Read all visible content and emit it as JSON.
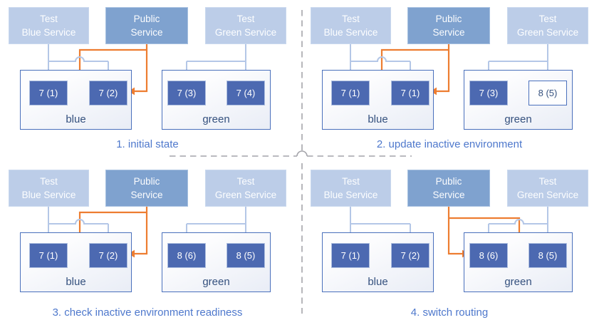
{
  "colors": {
    "accent_orange": "#ed7d31",
    "connector_blue": "#b4c7e7",
    "pod_fill": "#4c69b1",
    "service_light": "#bccde8",
    "service_public": "#7fa2cf",
    "env_border": "#4a70bc",
    "label_navy": "#35517e",
    "caption_blue": "#4e78cc",
    "dashed_gray": "#a4a4aa"
  },
  "panels": [
    {
      "caption": "1. initial state",
      "public_routes_to": "blue",
      "services": {
        "test_blue": "Test\nBlue Service",
        "public": "Public\nService",
        "test_green": "Test\nGreen Service"
      },
      "environments": [
        {
          "name": "blue",
          "pods": [
            {
              "label": "7 (1)",
              "style": "filled"
            },
            {
              "label": "7 (2)",
              "style": "filled"
            }
          ]
        },
        {
          "name": "green",
          "pods": [
            {
              "label": "7 (3)",
              "style": "filled"
            },
            {
              "label": "7 (4)",
              "style": "filled"
            }
          ]
        }
      ]
    },
    {
      "caption": "2. update inactive environment",
      "public_routes_to": "blue",
      "services": {
        "test_blue": "Test\nBlue Service",
        "public": "Public\nService",
        "test_green": "Test\nGreen Service"
      },
      "environments": [
        {
          "name": "blue",
          "pods": [
            {
              "label": "7 (1)",
              "style": "filled"
            },
            {
              "label": "7 (1)",
              "style": "filled"
            }
          ]
        },
        {
          "name": "green",
          "pods": [
            {
              "label": "7 (3)",
              "style": "filled"
            },
            {
              "label": "8 (5)",
              "style": "outlined"
            }
          ]
        }
      ]
    },
    {
      "caption": "3. check inactive environment readiness",
      "public_routes_to": "blue",
      "services": {
        "test_blue": "Test\nBlue Service",
        "public": "Public\nService",
        "test_green": "Test\nGreen Service"
      },
      "environments": [
        {
          "name": "blue",
          "pods": [
            {
              "label": "7 (1)",
              "style": "filled"
            },
            {
              "label": "7 (2)",
              "style": "filled"
            }
          ]
        },
        {
          "name": "green",
          "pods": [
            {
              "label": "8 (6)",
              "style": "filled"
            },
            {
              "label": "8 (5)",
              "style": "filled"
            }
          ]
        }
      ]
    },
    {
      "caption": "4. switch routing",
      "public_routes_to": "green",
      "services": {
        "test_blue": "Test\nBlue Service",
        "public": "Public\nService",
        "test_green": "Test\nGreen Service"
      },
      "environments": [
        {
          "name": "blue",
          "pods": [
            {
              "label": "7 (1)",
              "style": "filled"
            },
            {
              "label": "7 (2)",
              "style": "filled"
            }
          ]
        },
        {
          "name": "green",
          "pods": [
            {
              "label": "8 (6)",
              "style": "filled"
            },
            {
              "label": "8 (5)",
              "style": "filled"
            }
          ]
        }
      ]
    }
  ]
}
